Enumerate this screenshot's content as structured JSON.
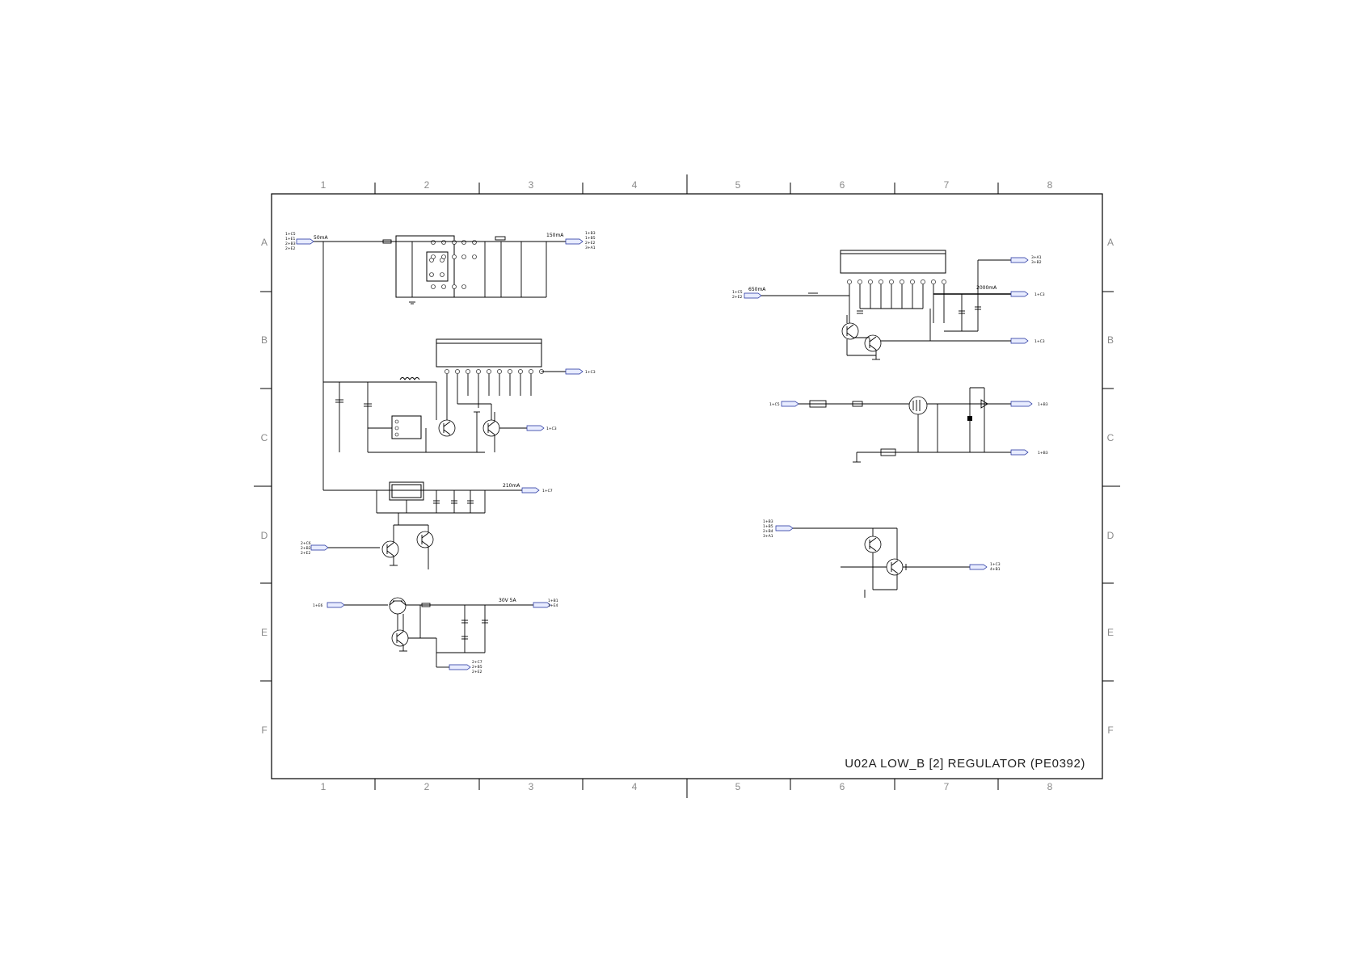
{
  "title_block": {
    "title": "U02A  LOW_B  [2]  REGULATOR  (PE0392)"
  },
  "grid": {
    "columns": [
      "1",
      "2",
      "3",
      "4",
      "5",
      "6",
      "7",
      "8"
    ],
    "rows": [
      "A",
      "B",
      "C",
      "D",
      "E",
      "F"
    ]
  },
  "annotations": {
    "currents": [
      "50mA",
      "150mA",
      "210mA",
      "30V   5A",
      "650mA",
      "2000mA"
    ]
  },
  "offsheet": {
    "top_left_in": [
      "1+C5",
      "1+E1",
      "2+B3",
      "2+E2"
    ],
    "top_right_out": [
      "1+B3",
      "1+B5",
      "2+E2",
      "3+A1"
    ],
    "mid_right_out": "1+C3",
    "transistor_out": "1+C3",
    "d_right_out": "1+C7",
    "d_left_in": [
      "2+C6",
      "2+B2",
      "2+E2"
    ],
    "e_left_in": "1+E6",
    "e_right_out": [
      "1+B1",
      "1+E4"
    ],
    "e_bottom": [
      "2+C7",
      "2+B5",
      "2+E2"
    ],
    "r_top_in": [
      "1+C5",
      "2+E2"
    ],
    "r_top_out1": [
      "3+A1",
      "3+B2"
    ],
    "r_top_out2": "1+C3",
    "r_top_out3": "1+C3",
    "r_mid_in": "1+C5",
    "r_mid_out1": "1+B3",
    "r_mid_out2": "1+B3",
    "r_d_in": [
      "1+B3",
      "1+B5",
      "2+B4",
      "3+A1"
    ],
    "r_d_out": [
      "1+C3",
      "4+B1"
    ]
  },
  "icons": [
    "connector-flag",
    "transistor-npn",
    "transistor-pnp",
    "ground",
    "capacitor",
    "resistor",
    "ic-block"
  ]
}
